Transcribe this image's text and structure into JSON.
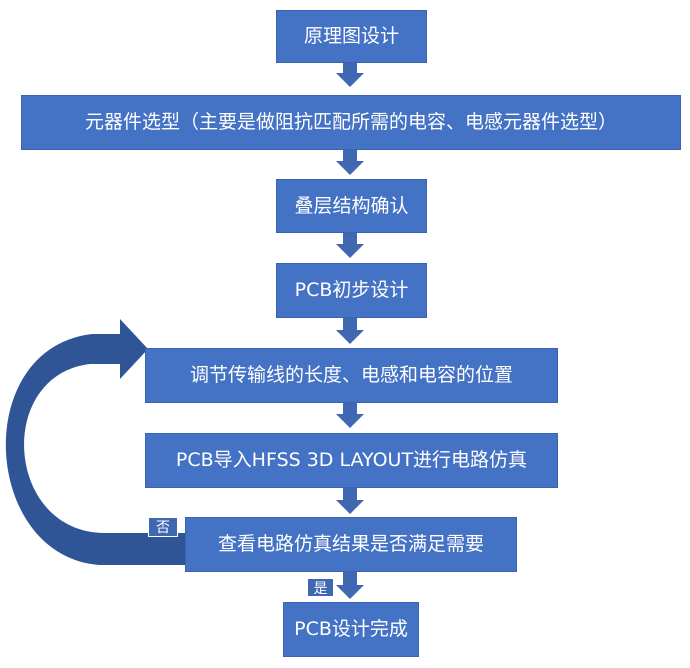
{
  "flowchart": {
    "steps": [
      "原理图设计",
      "元器件选型（主要是做阻抗匹配所需的电容、电感元器件选型）",
      "叠层结构确认",
      "PCB初步设计",
      "调节传输线的长度、电感和电容的位置",
      "PCB导入HFSS 3D LAYOUT进行电路仿真",
      "查看电路仿真结果是否满足需要",
      "PCB设计完成"
    ],
    "branch_no": "否",
    "branch_yes": "是"
  },
  "colors": {
    "box_fill": "#4472c4",
    "arrow": "#3f67b2",
    "loop_arrow": "#2f5597",
    "text": "#ffffff"
  }
}
